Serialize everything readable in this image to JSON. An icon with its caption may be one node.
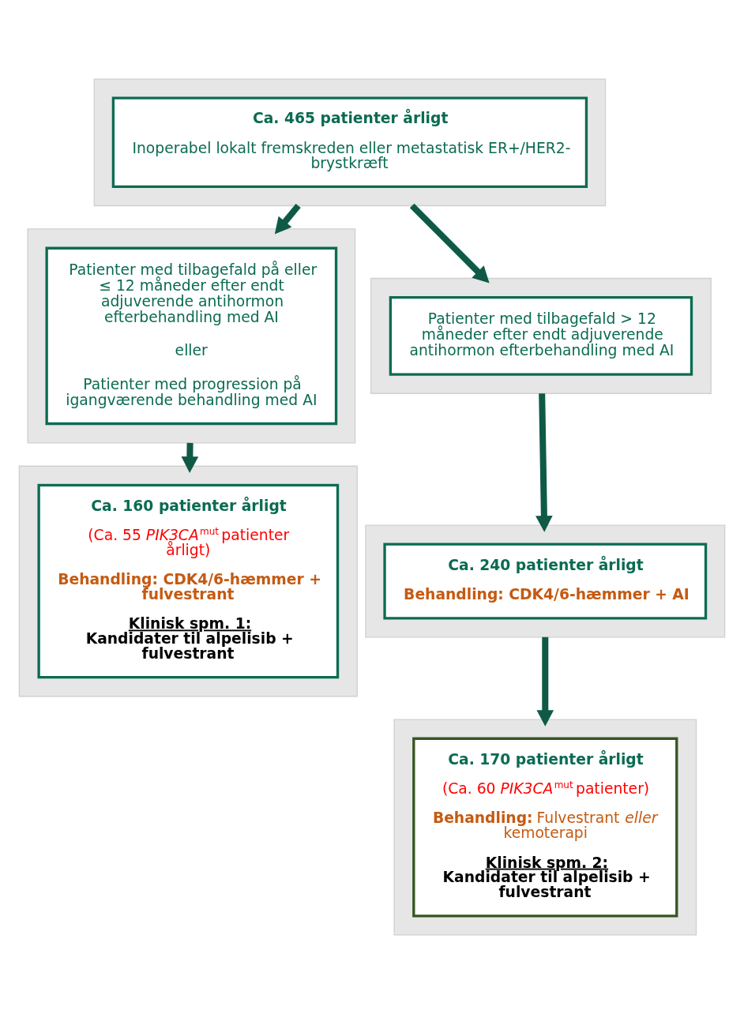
{
  "diagram": {
    "nodes": [
      {
        "text": [],
        "shape": "box"
      },
      {
        "text": [
          "Ca. 465 patienter årligt",
          "Inoperabel lokalt fremskreden eller metastatisk ER+/HER2- brystkræft"
        ],
        "in": 0
      },
      {
        "text": [],
        "shape": "box"
      },
      {
        "text": [
          "Patienter med tilbagefald på eller ≤ 12 måneder efter endt adjuverende antihormon efterbehandling med AI",
          "eller",
          "Patienter med progression på igangværende behandling med AI"
        ],
        "in": 2
      },
      {
        "text": [],
        "shape": "box"
      },
      {
        "text": [
          "Patienter med tilbagefald > 12 måneder efter endt adjuverende antihormon efterbehandling med AI"
        ],
        "in": 4
      },
      {
        "text": [],
        "shape": "box"
      },
      {
        "text": [
          "Ca. 160 patienter årligt",
          "(Ca. 55 *PIK3CA*$^{mut}$ patienter årligt)",
          "Behandling: CDK4/6-hæmmer + fulvestrant",
          "Klinisk spm. 1:",
          "Kandidater til alpelisib + fulvestrant"
        ],
        "in": 6
      },
      {
        "text": [],
        "shape": "box"
      },
      {
        "text": [
          "Ca. 240 patienter årligt",
          "Behandling: CDK4/6-hæmmer + AI"
        ],
        "in": 8
      },
      {
        "text": [],
        "shape": "box"
      },
      {
        "text": [
          "Ca. 170 patienter årligt",
          "(Ca. 60 *PIK3CA*$^{mut}$ patienter)",
          "**Behandling:** Fulvestrant *eller* kemoterapi",
          "Klinisk spm. 2:",
          "Kandidater til alpelisib + fulvestrant"
        ],
        "in": 10
      }
    ],
    "edges": [
      {
        "from": 0,
        "to": 2,
        "arrow": "to"
      },
      {
        "from": 0,
        "to": 4,
        "arrow": "to"
      },
      {
        "from": 2,
        "to": 6,
        "arrow": "to"
      },
      {
        "from": 4,
        "to": 8,
        "arrow": "to"
      },
      {
        "from": 8,
        "to": 10,
        "arrow": "to"
      }
    ]
  }
}
